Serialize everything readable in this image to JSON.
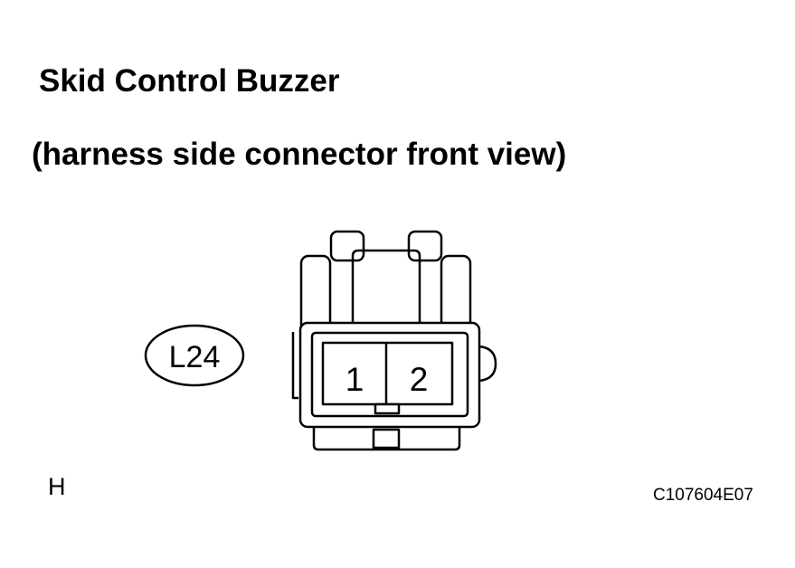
{
  "title": "Skid Control Buzzer",
  "subtitle": "(harness side connector front view)",
  "connector": {
    "code": "L24",
    "pins": [
      "1",
      "2"
    ]
  },
  "footer": {
    "left": "H",
    "right": "C107604E07"
  }
}
